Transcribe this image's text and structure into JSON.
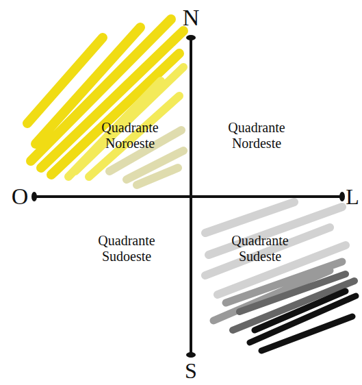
{
  "diagram": {
    "labels": [
      "N",
      "O",
      "L",
      "S",
      "Quadrante Noroeste",
      "Quadrante Nordeste",
      "Quadrante Sudoeste",
      "Quadrante Sudeste"
    ]
  }
}
